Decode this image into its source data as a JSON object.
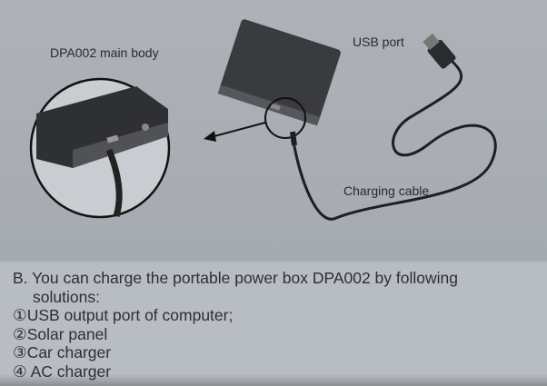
{
  "diagram": {
    "label_main_body": "DPA002 main body",
    "label_usb_port": "USB port",
    "label_charging_cable": "Charging cable"
  },
  "section_b": {
    "intro_line1": "B. You can charge the portable power box DPA002 by following",
    "intro_line2": "solutions:",
    "items": [
      "①USB output port of computer;",
      "②Solar panel",
      "③Car charger",
      "④ AC charger"
    ]
  }
}
